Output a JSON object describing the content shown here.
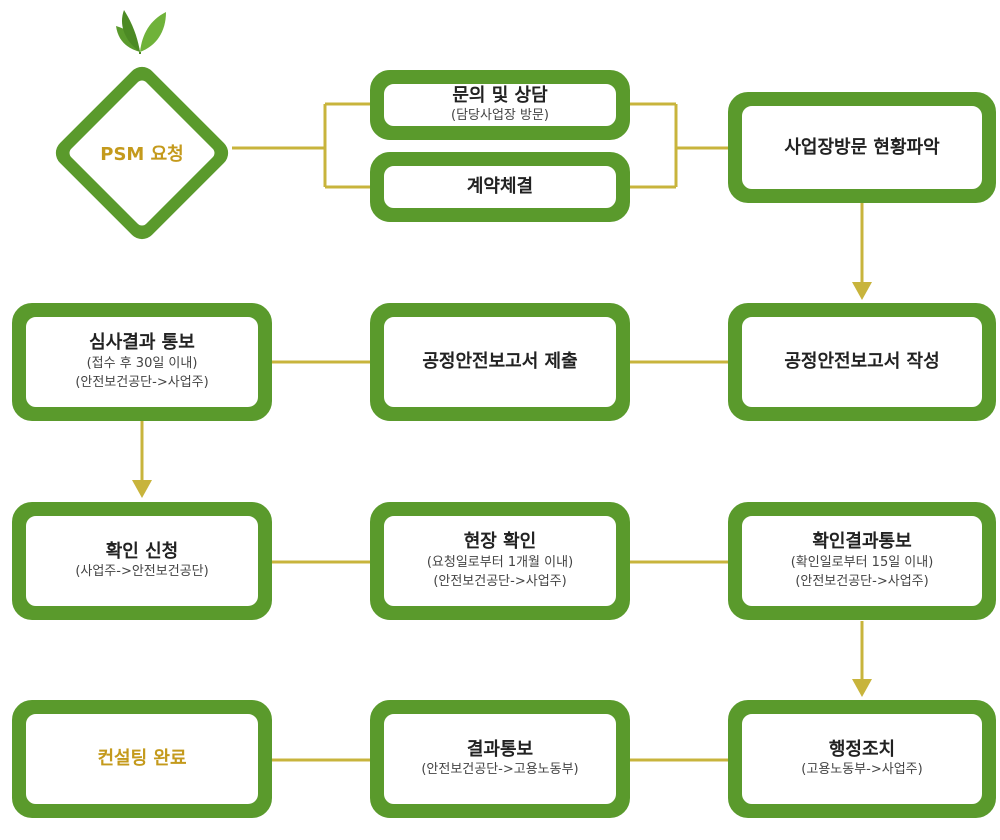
{
  "start": {
    "label": "PSM 요청"
  },
  "steps": {
    "inquiry": {
      "title": "문의 및 상담",
      "sub": "(담당사업장 방문)"
    },
    "contract": {
      "title": "계약체결"
    },
    "site_visit": {
      "title": "사업장방문 현황파악"
    },
    "report_write": {
      "title": "공정안전보고서 작성"
    },
    "report_submit": {
      "title": "공정안전보고서 제출"
    },
    "review_notice": {
      "title": "심사결과 통보",
      "sub1": "(접수 후 30일 이내)",
      "sub2": "(안전보건공단->사업주)"
    },
    "confirm_request": {
      "title": "확인 신청",
      "sub1": "(사업주->안전보건공단)"
    },
    "site_confirm": {
      "title": "현장 확인",
      "sub1": "(요청일로부터 1개월 이내)",
      "sub2": "(안전보건공단->사업주)"
    },
    "confirm_notice": {
      "title": "확인결과통보",
      "sub1": "(확인일로부터 15일 이내)",
      "sub2": "(안전보건공단->사업주)"
    },
    "admin_action": {
      "title": "행정조치",
      "sub1": "(고용노동부->사업주)"
    },
    "result_notice": {
      "title": "결과통보",
      "sub1": "(안전보건공단->고용노동부)"
    },
    "complete": {
      "title": "컨설팅 완료"
    }
  },
  "colors": {
    "box_border": "#5a9a2c",
    "connector": "#c8b43c",
    "highlight_text": "#c49a1c"
  },
  "icons": {
    "logo": "leaf-icon"
  }
}
